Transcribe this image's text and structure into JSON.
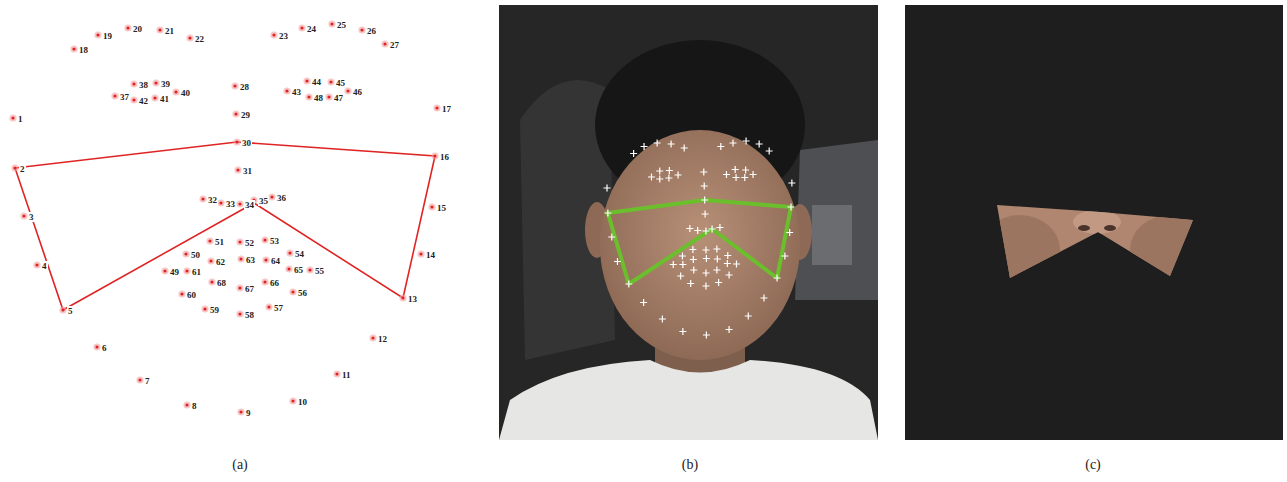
{
  "diagram": {
    "labels": [
      "1",
      "2",
      "3",
      "4",
      "5",
      "6",
      "7",
      "8",
      "9",
      "10",
      "11",
      "12",
      "13",
      "14",
      "15",
      "16",
      "17",
      "18",
      "19",
      "20",
      "21",
      "22",
      "23",
      "24",
      "25",
      "26",
      "27",
      "28",
      "29",
      "30",
      "31",
      "32",
      "33",
      "34",
      "35",
      "36",
      "37",
      "38",
      "39",
      "40",
      "41",
      "42",
      "43",
      "44",
      "45",
      "46",
      "47",
      "48",
      "49",
      "50",
      "51",
      "52",
      "53",
      "54",
      "55",
      "56",
      "57",
      "58",
      "59",
      "60",
      "61",
      "62",
      "63",
      "64",
      "65",
      "66",
      "67",
      "68",
      "(a)",
      "(b)",
      "(c)"
    ]
  }
}
